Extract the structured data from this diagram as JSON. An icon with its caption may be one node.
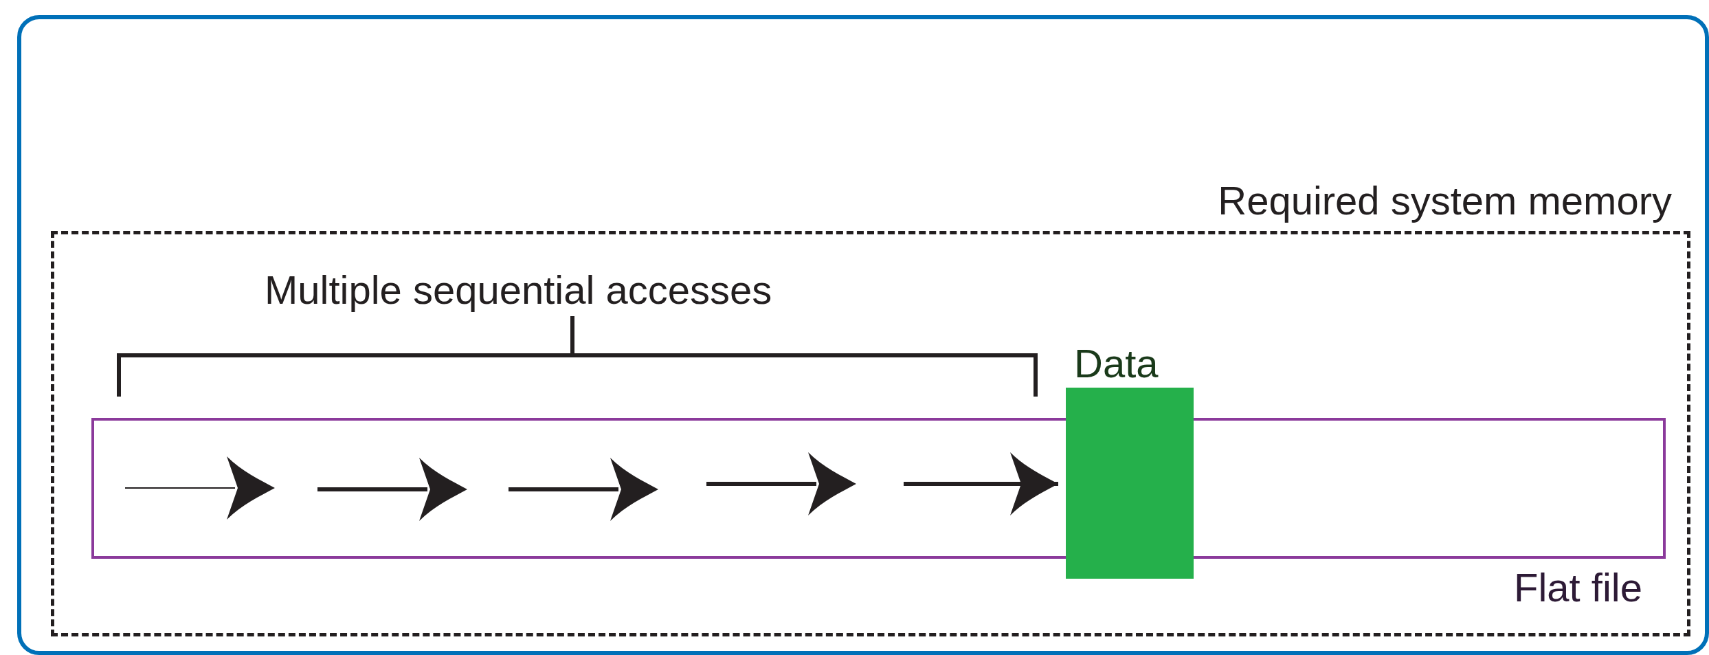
{
  "diagram": {
    "nodes": [
      {
        "text": [],
        "shape": "box"
      },
      {
        "text": [
          "Required system memory"
        ],
        "in": 0
      },
      {
        "text": [
          "Flat file"
        ],
        "in": 1
      },
      {
        "text": [
          "Data"
        ],
        "in": 1
      }
    ],
    "edges": [
      {
        "from": 2,
        "to": 3,
        "arrow": "to"
      }
    ],
    "labels": [
      "Multiple sequential accesses"
    ]
  }
}
